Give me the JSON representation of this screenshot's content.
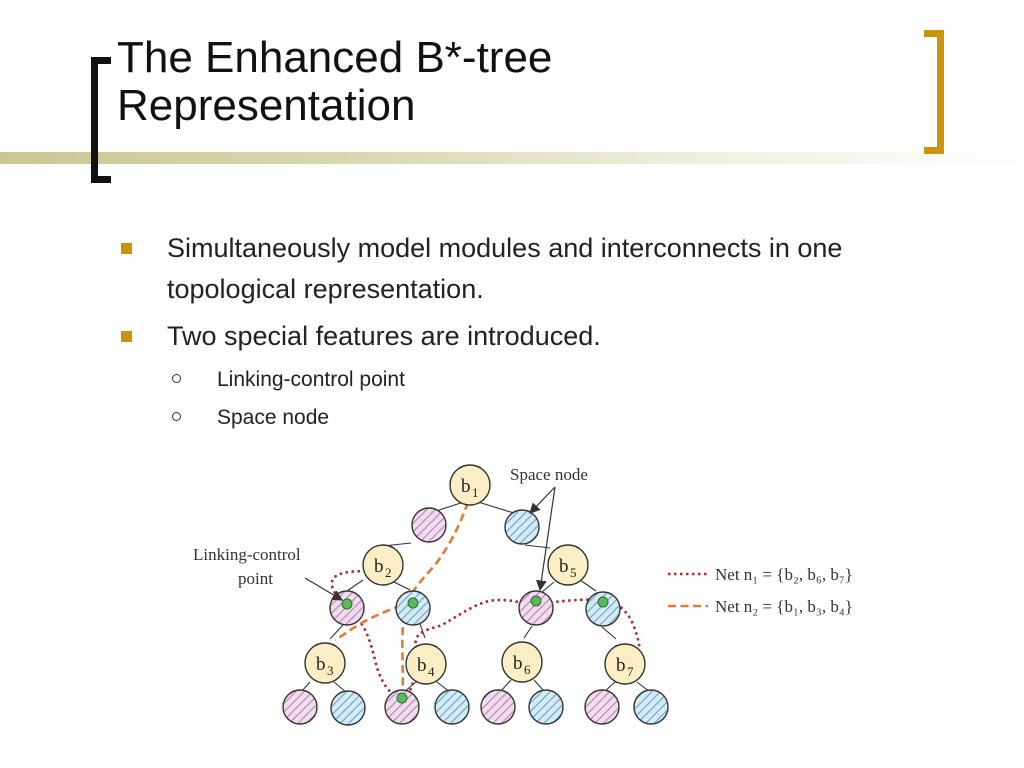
{
  "slide": {
    "title_line1": "The Enhanced B*-tree",
    "title_line2": "Representation",
    "accent_color": "#c8950c",
    "bullets": [
      {
        "text": "Simultaneously model modules and interconnects in one topological representation."
      },
      {
        "text": "Two special features are introduced.",
        "subitems": [
          "Linking-control point",
          "Space node"
        ]
      }
    ]
  },
  "diagram": {
    "nodes": {
      "b1": {
        "letter": "b",
        "sub": "1"
      },
      "b2": {
        "letter": "b",
        "sub": "2"
      },
      "b3": {
        "letter": "b",
        "sub": "3"
      },
      "b4": {
        "letter": "b",
        "sub": "4"
      },
      "b5": {
        "letter": "b",
        "sub": "5"
      },
      "b6": {
        "letter": "b",
        "sub": "6"
      },
      "b7": {
        "letter": "b",
        "sub": "7"
      }
    },
    "annotations": {
      "space_node": "Space node",
      "lcp_line1": "Linking-control",
      "lcp_line2": "point"
    },
    "legend": {
      "n1_text": "Net n₁ = {b₂, b₆, b₇}",
      "n2_text": "Net n₂ = {b₁, b₃, b₄}",
      "n1_color": "#b5282b",
      "n2_color": "#e87935"
    }
  }
}
